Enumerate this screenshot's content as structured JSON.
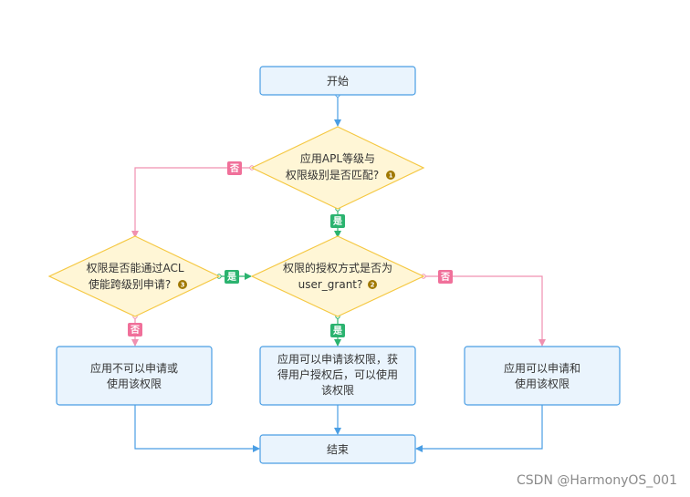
{
  "colors": {
    "box_fill": "#eaf4fd",
    "box_stroke": "#4a9ee4",
    "diamond_fill": "#fff6d6",
    "diamond_stroke": "#f5c842",
    "yes_color": "#2bb36f",
    "no_color": "#f0709a",
    "arrow_blue": "#4a9ee4",
    "arrow_pink": "#f090b0",
    "arrow_green": "#2bb36f",
    "number_badge": "#a07800"
  },
  "nodes": {
    "start": "开始",
    "check_apl": {
      "line1": "应用APL等级与",
      "line2": "权限级别是否匹配?",
      "num": "1"
    },
    "check_acl": {
      "line1": "权限是否能通过ACL",
      "line2": "使能跨级别申请?",
      "num": "3"
    },
    "check_grant": {
      "line1": "权限的授权方式是否为",
      "line2": "user_grant?",
      "num": "2"
    },
    "deny": {
      "line1": "应用不可以申请或",
      "line2": "使用该权限"
    },
    "grant": {
      "line1": "应用可以申请该权限，获",
      "line2": "得用户授权后，可以使用",
      "line3": "该权限"
    },
    "allow": {
      "line1": "应用可以申请和",
      "line2": "使用该权限"
    },
    "end": "结束"
  },
  "labels": {
    "yes": "是",
    "no": "否"
  },
  "watermark": "CSDN @HarmonyOS_001"
}
